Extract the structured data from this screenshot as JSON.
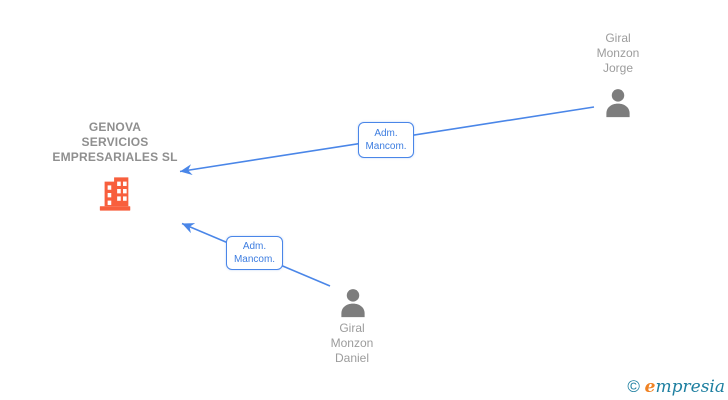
{
  "colors": {
    "edge-blue": "#4a86e8",
    "label-blue": "#3d7de0",
    "building-orange": "#f85f3d",
    "icon-gray": "#7d7d7d",
    "company-text-gray": "#8f8f8f",
    "person-text-gray": "#9c9c9c",
    "logo-teal": "#1d7fa0",
    "logo-orange": "#f08223"
  },
  "diagram": {
    "company": {
      "name": "GENOVA\nSERVICIOS\nEMPRESARIALES SL"
    },
    "persons": [
      {
        "name": "Giral\nMonzon\nJorge"
      },
      {
        "name": "Giral\nMonzon\nDaniel"
      }
    ],
    "edges": [
      {
        "from": "Giral Monzon Jorge",
        "to": "GENOVA SERVICIOS EMPRESARIALES SL",
        "label": "Adm.\nMancom."
      },
      {
        "from": "Giral Monzon Daniel",
        "to": "GENOVA SERVICIOS EMPRESARIALES SL",
        "label": "Adm.\nMancom."
      }
    ]
  },
  "watermark": {
    "copyright": "©",
    "brand_initial": "e",
    "brand_rest": "mpresia"
  }
}
